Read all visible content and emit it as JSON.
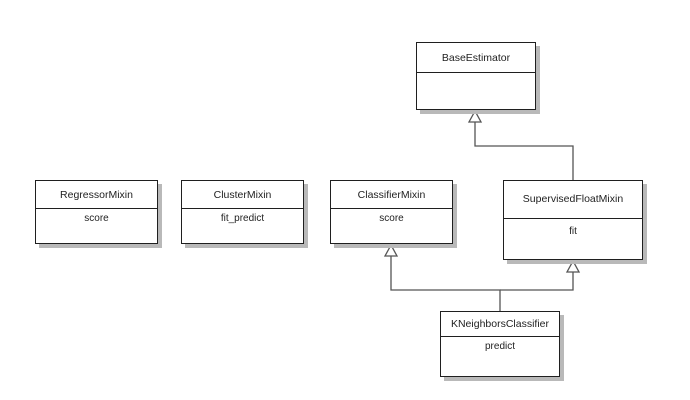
{
  "classes": {
    "base_estimator": {
      "name": "BaseEstimator",
      "ops": ""
    },
    "regressor_mixin": {
      "name": "RegressorMixin",
      "ops": "score"
    },
    "cluster_mixin": {
      "name": "ClusterMixin",
      "ops": "fit_predict"
    },
    "classifier_mixin": {
      "name": "ClassifierMixin",
      "ops": "score"
    },
    "supervised_float_mixin": {
      "name": "SupervisedFloatMixin",
      "ops": "fit"
    },
    "kneighbors_classifier": {
      "name": "KNeighborsClassifier",
      "ops": "predict"
    }
  },
  "relationships": [
    {
      "from": "SupervisedFloatMixin",
      "to": "BaseEstimator",
      "type": "inheritance"
    },
    {
      "from": "KNeighborsClassifier",
      "to": "ClassifierMixin",
      "type": "inheritance"
    },
    {
      "from": "KNeighborsClassifier",
      "to": "SupervisedFloatMixin",
      "type": "inheritance"
    }
  ],
  "colors": {
    "border": "#1f1f1f",
    "shadow": "#b9b9b9",
    "connector": "#555555",
    "background": "#ffffff"
  }
}
